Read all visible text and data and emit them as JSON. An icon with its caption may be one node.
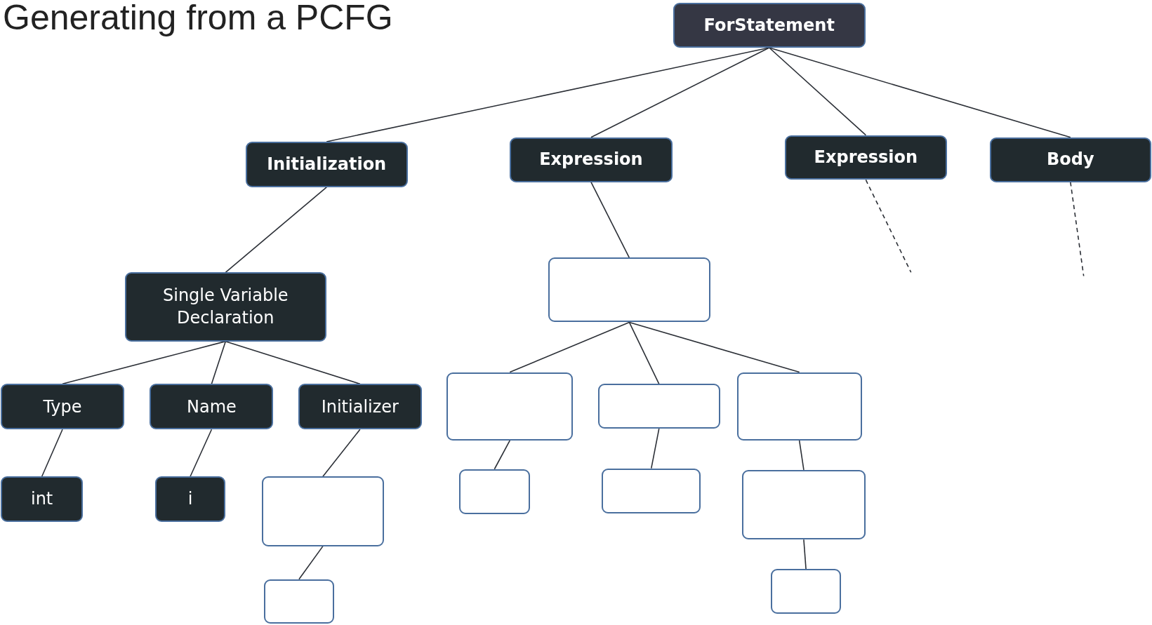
{
  "diagram": {
    "title": "Generating from a PCFG",
    "nodes": [
      {
        "text": [
          "ForStatement"
        ]
      },
      {
        "text": [
          "Initialization"
        ]
      },
      {
        "text": [
          "Expression"
        ]
      },
      {
        "text": [
          "Expression"
        ]
      },
      {
        "text": [
          "Body"
        ]
      },
      {
        "text": [
          "Single Variable Declaration"
        ]
      },
      {
        "text": [
          "Type"
        ]
      },
      {
        "text": [
          "Name"
        ]
      },
      {
        "text": [
          "Initializer"
        ]
      },
      {
        "text": [
          "int"
        ]
      },
      {
        "text": [
          "i"
        ]
      },
      {
        "text": [],
        "shape": "box"
      },
      {
        "text": [],
        "shape": "box"
      },
      {
        "text": [],
        "shape": "box"
      },
      {
        "text": [],
        "shape": "box"
      },
      {
        "text": [],
        "shape": "box"
      },
      {
        "text": [],
        "shape": "box"
      },
      {
        "text": [],
        "shape": "box"
      },
      {
        "text": [],
        "shape": "box"
      },
      {
        "text": [],
        "shape": "box"
      },
      {
        "text": [],
        "shape": "box"
      }
    ],
    "edges": [
      {
        "from": 0,
        "to": 1,
        "arrow": "none"
      },
      {
        "from": 0,
        "to": 2,
        "arrow": "none"
      },
      {
        "from": 0,
        "to": 3,
        "arrow": "none"
      },
      {
        "from": 0,
        "to": 4,
        "arrow": "none"
      },
      {
        "from": 1,
        "to": 5,
        "arrow": "none"
      },
      {
        "from": 5,
        "to": 6,
        "arrow": "none"
      },
      {
        "from": 5,
        "to": 7,
        "arrow": "none"
      },
      {
        "from": 5,
        "to": 8,
        "arrow": "none"
      },
      {
        "from": 6,
        "to": 9,
        "arrow": "none"
      },
      {
        "from": 7,
        "to": 10,
        "arrow": "none"
      },
      {
        "from": 8,
        "to": 11,
        "arrow": "none"
      },
      {
        "from": 11,
        "to": 12,
        "arrow": "none"
      },
      {
        "from": 2,
        "to": 13,
        "arrow": "none"
      },
      {
        "from": 13,
        "to": 14,
        "arrow": "none"
      },
      {
        "from": 13,
        "to": 15,
        "arrow": "none"
      },
      {
        "from": 13,
        "to": 16,
        "arrow": "none"
      },
      {
        "from": 14,
        "to": 17,
        "arrow": "none"
      },
      {
        "from": 15,
        "to": 18,
        "arrow": "none"
      },
      {
        "from": 16,
        "to": 19,
        "arrow": "none"
      },
      {
        "from": 19,
        "to": 20,
        "arrow": "none"
      },
      {
        "from": 3,
        "to": null,
        "arrow": "none",
        "style": "dashed"
      },
      {
        "from": 4,
        "to": null,
        "arrow": "none",
        "style": "dashed"
      }
    ]
  }
}
